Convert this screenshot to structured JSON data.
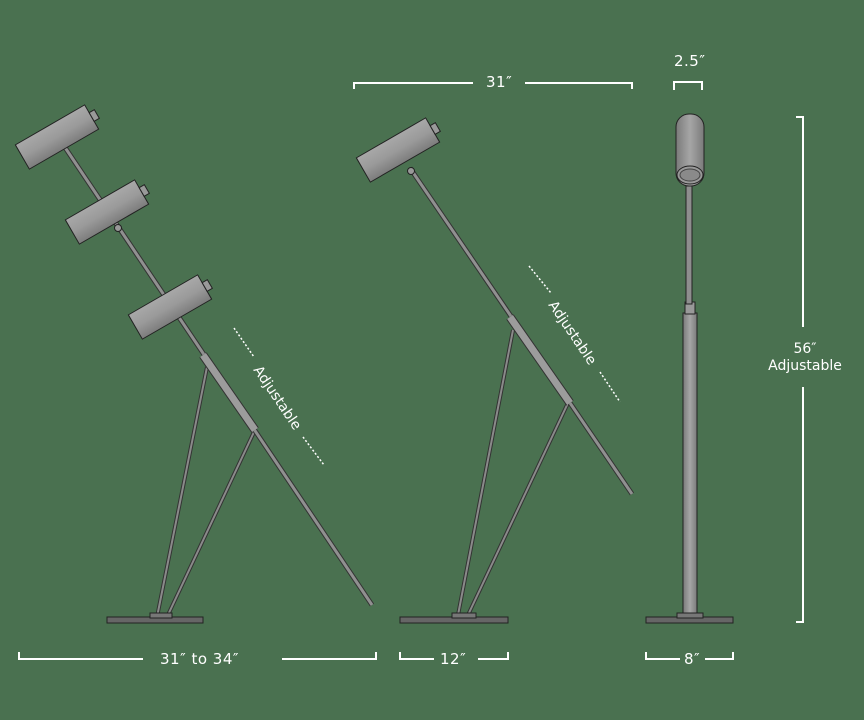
{
  "diagram": {
    "subject": "Adjustable floor lamp dimensions",
    "background_color": "#4a7150",
    "line_color": "#ffffff",
    "lamp_color": "#8c8c8c",
    "views": [
      {
        "name": "side-view-extension-range",
        "adjustable_label": "Adjustable",
        "width_label": "31″ to 34″"
      },
      {
        "name": "side-view-reach",
        "adjustable_label": "Adjustable",
        "reach_label": "31″",
        "base_label": "12″"
      },
      {
        "name": "front-view",
        "shade_diameter_label": "2.5″",
        "height_label": "56″",
        "height_sublabel": "Adjustable",
        "base_label": "8″"
      }
    ]
  }
}
